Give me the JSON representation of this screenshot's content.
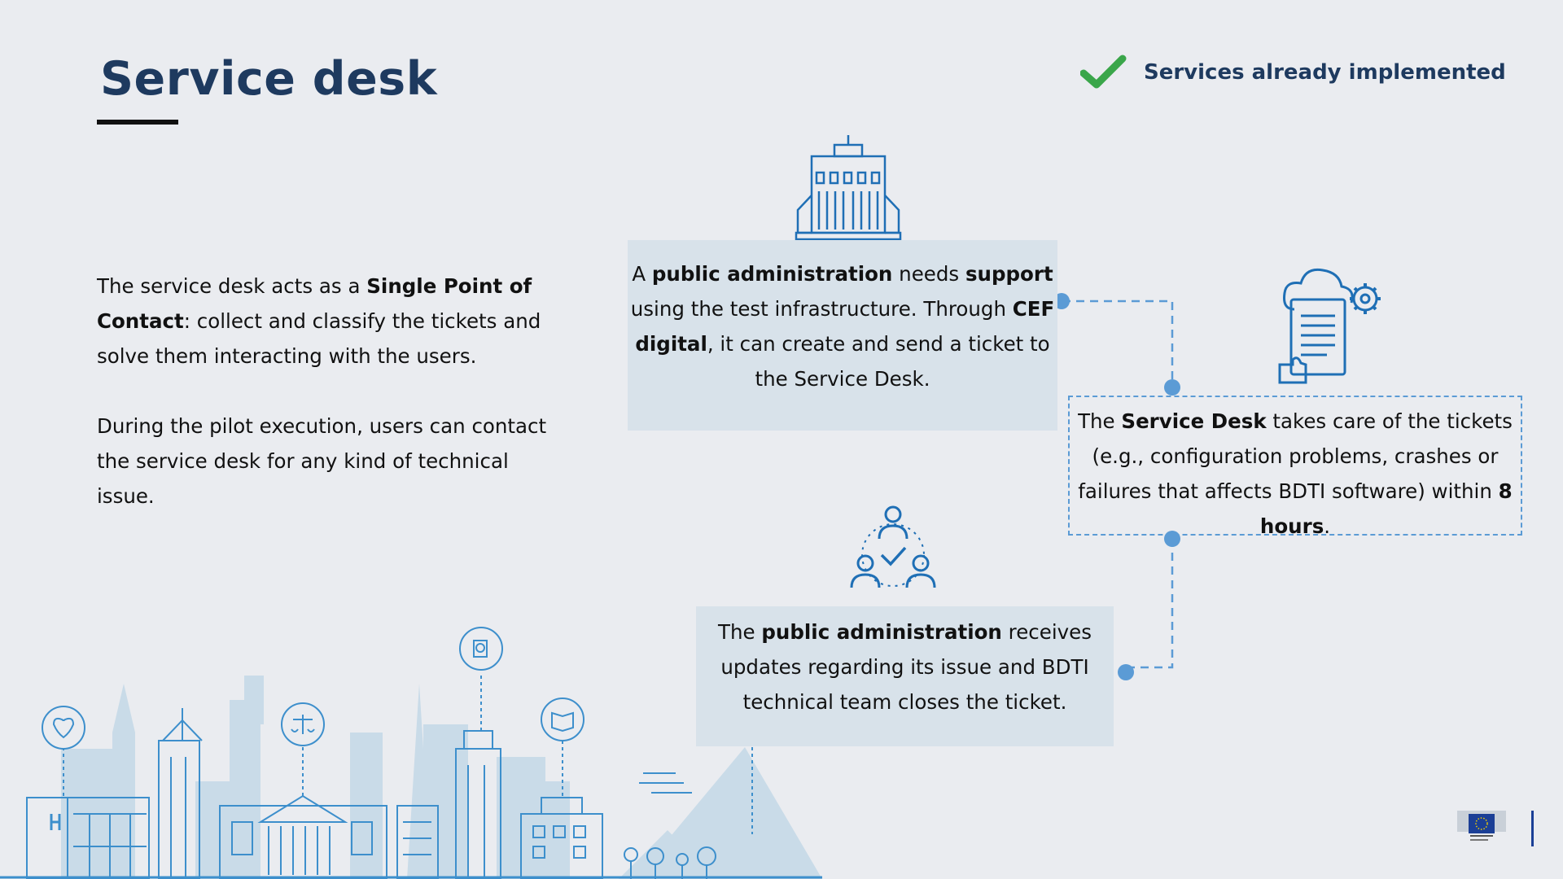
{
  "page": {
    "title": "Service desk"
  },
  "legend": {
    "icon": "checkmark-icon",
    "icon_color": "#3aa64a",
    "text": "Services already implemented"
  },
  "intro": {
    "p1_a": "The service desk acts as a ",
    "p1_b": "Single Point of Contact",
    "p1_c": ": collect and classify the tickets and solve them interacting with the users.",
    "p2": "During the pilot execution, users can contact the service desk for any kind of technical issue."
  },
  "steps": {
    "step1": {
      "icon": "building-icon",
      "t1": "A ",
      "b1": "public administration",
      "t2": " needs ",
      "b2": "support",
      "t3": " using the test infrastructure. Through ",
      "b3": "CEF digital",
      "t4": ", it can create and send a ticket to the Service Desk."
    },
    "step2": {
      "icon": "document-settings-icon",
      "t1": "The ",
      "b1": "Service Desk",
      "t2": " takes care of the tickets (e.g., configuration problems, crashes or failures that affects BDTI software) within ",
      "b2": "8 hours",
      "t3": "."
    },
    "step3": {
      "icon": "team-approval-icon",
      "t1": "The ",
      "b1": "public administration",
      "t2": " receives updates regarding its issue and BDTI technical team closes the ticket."
    }
  },
  "colors": {
    "title": "#1e3a5f",
    "accent_blue": "#1f6fb5",
    "connector": "#5b9bd5",
    "box_fill": "#d8e2ea",
    "background": "#eaecf0"
  },
  "decor": {
    "illustration": "city-skyline-illustration",
    "logo": "european-commission-logo"
  }
}
